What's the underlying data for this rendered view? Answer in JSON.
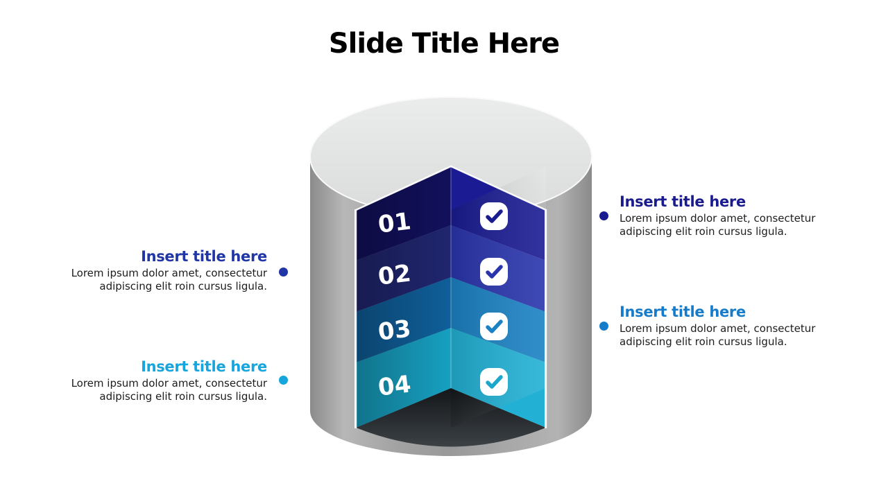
{
  "slide": {
    "title": "Slide Title Here"
  },
  "graphic": {
    "kind": "cutaway-cylinder-4-layers",
    "layers": [
      {
        "number": "01",
        "face_left": "#12105c",
        "face_right": "#1b1c93",
        "check_color": "#1a1b8e"
      },
      {
        "number": "02",
        "face_left": "#20266f",
        "face_right": "#2a35ad",
        "check_color": "#2a35ad"
      },
      {
        "number": "03",
        "face_left": "#0f5f9a",
        "face_right": "#1b82c4",
        "check_color": "#1b82c4"
      },
      {
        "number": "04",
        "face_left": "#17a0c1",
        "face_right": "#22b1d5",
        "check_color": "#1ba6cb"
      }
    ],
    "colors": {
      "cap_top": "#ebecec",
      "cap_bottom": "#dadbdb",
      "body_side": "#a3a3a3",
      "floor_dark": "#141619",
      "floor_light": "#3b4145",
      "edge_highlight": "#ffffff"
    }
  },
  "blocks": [
    {
      "id": "right-top",
      "title": "Insert title here",
      "body": "Lorem ipsum dolor amet, consectetur\nadipiscing elit roin cursus ligula.",
      "accent": "#1a1b8e"
    },
    {
      "id": "left-top",
      "title": "Insert title here",
      "body": "Lorem ipsum dolor amet, consectetur\nadipiscing elit roin cursus ligula.",
      "accent": "#2136a6"
    },
    {
      "id": "right-bottom",
      "title": "Insert title here",
      "body": "Lorem ipsum dolor amet, consectetur\nadipiscing elit roin cursus ligula.",
      "accent": "#147ccb"
    },
    {
      "id": "left-bottom",
      "title": "Insert title here",
      "body": "Lorem ipsum dolor amet, consectetur\nadipiscing elit roin cursus ligula.",
      "accent": "#16a5dc"
    }
  ]
}
